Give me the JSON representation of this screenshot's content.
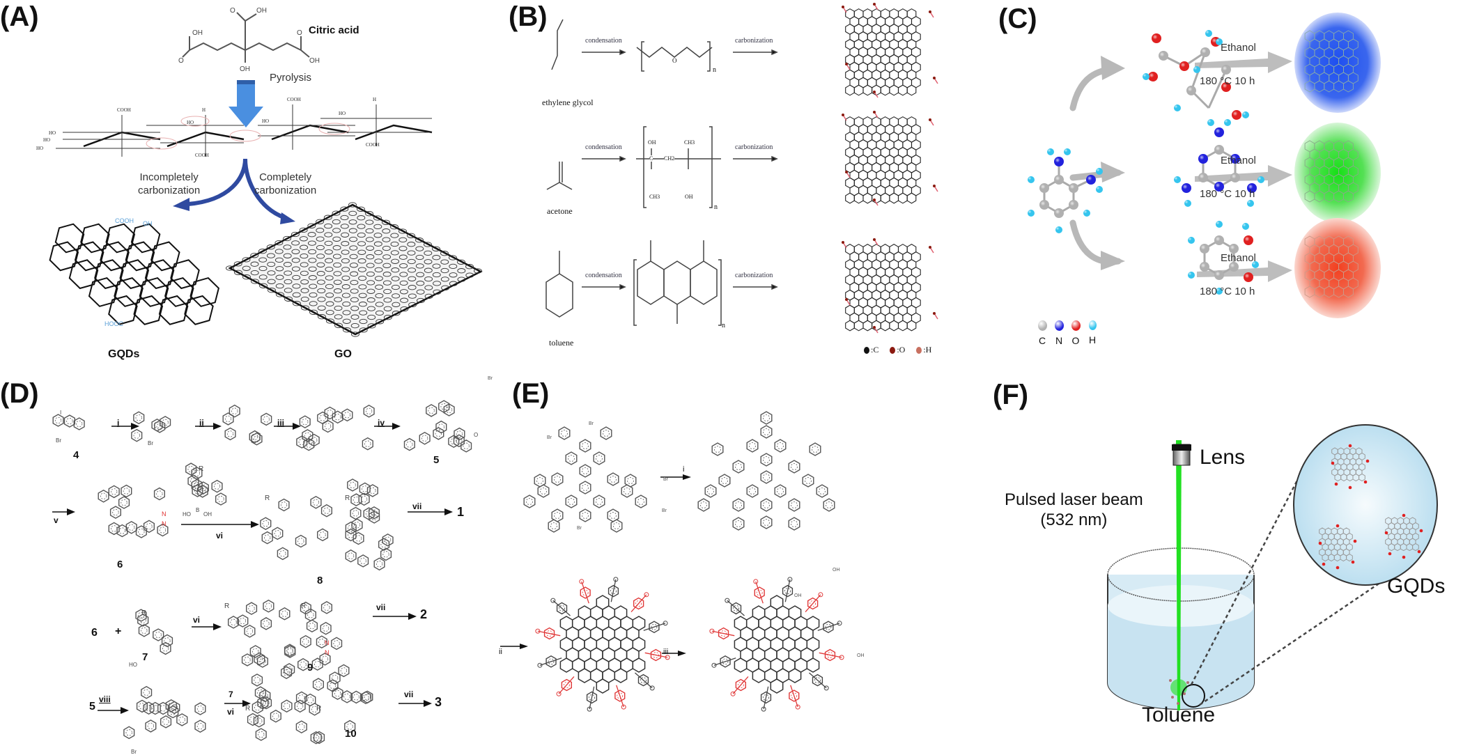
{
  "panels": {
    "A": {
      "label": "(A)",
      "precursor": "Citric acid",
      "step": "Pyrolysis",
      "branch_left": [
        "Incompletely",
        "carbonization"
      ],
      "branch_right": [
        "Completely",
        "carbonization"
      ],
      "product_left": "GQDs",
      "product_right": "GO",
      "groups": [
        "COOH",
        "HO",
        "H",
        "OH",
        "HOOC"
      ],
      "arrow_color": "#4a8fe0",
      "curve_color": "#2f4aa0",
      "group_color": "#5aa0d8"
    },
    "B": {
      "label": "(B)",
      "rows": [
        {
          "precursor": "ethylene glycol",
          "step1": "condensation",
          "step2": "carbonization",
          "repeat": "n",
          "poly_atoms": [
            "O"
          ]
        },
        {
          "precursor": "acetone",
          "step1": "condensation",
          "step2": "carbonization",
          "repeat": "n",
          "poly_atoms": [
            "OH",
            "CH3",
            "CH2",
            "C",
            "CH3",
            "OH"
          ]
        },
        {
          "precursor": "toluene",
          "step1": "condensation",
          "step2": "carbonization",
          "repeat": "n",
          "poly_atoms": []
        }
      ],
      "legend": [
        {
          "symbol": ":C",
          "color": "#111111"
        },
        {
          "symbol": ":O",
          "color": "#8b1a10"
        },
        {
          "symbol": ":H",
          "color": "#c87060"
        }
      ]
    },
    "C": {
      "label": "(C)",
      "rows": [
        {
          "solvent": "Ethanol",
          "condition": "180 °C 10 h",
          "dot_color": "#2d55e8"
        },
        {
          "solvent": "Ethanol",
          "condition": "180 °C 10 h",
          "dot_color": "#33dd33"
        },
        {
          "solvent": "Ethanol",
          "condition": "180 °C 10 h",
          "dot_color": "#f0553a"
        }
      ],
      "legend": [
        {
          "symbol": "C",
          "color": "#b0b0b0"
        },
        {
          "symbol": "N",
          "color": "#2222dd"
        },
        {
          "symbol": "O",
          "color": "#e02020"
        },
        {
          "symbol": "H",
          "color": "#35c5ee"
        }
      ]
    },
    "D": {
      "label": "(D)",
      "compounds": [
        "4",
        "5",
        "6",
        "7",
        "8",
        "9",
        "10"
      ],
      "reagents": [
        "i",
        "ii",
        "iii",
        "iv",
        "v",
        "vi",
        "vii",
        "viii"
      ],
      "products": [
        "1",
        "2",
        "3"
      ],
      "atoms": [
        "Br",
        "N",
        "R",
        "HO",
        "B",
        "OH",
        "O",
        "I"
      ],
      "plus": "+",
      "n_color": "#e03030"
    },
    "E": {
      "label": "(E)",
      "steps": [
        "i",
        "ii",
        "iii"
      ],
      "atoms": [
        "Br",
        "OH"
      ],
      "red": "#e03838"
    },
    "F": {
      "label": "(F)",
      "lens": "Lens",
      "beam": "Pulsed laser beam",
      "wavelength": "(532 nm)",
      "solvent": "Toluene",
      "product": "GQDs",
      "beam_color": "#22e022",
      "liquid_color": "#cfe7f3"
    }
  }
}
